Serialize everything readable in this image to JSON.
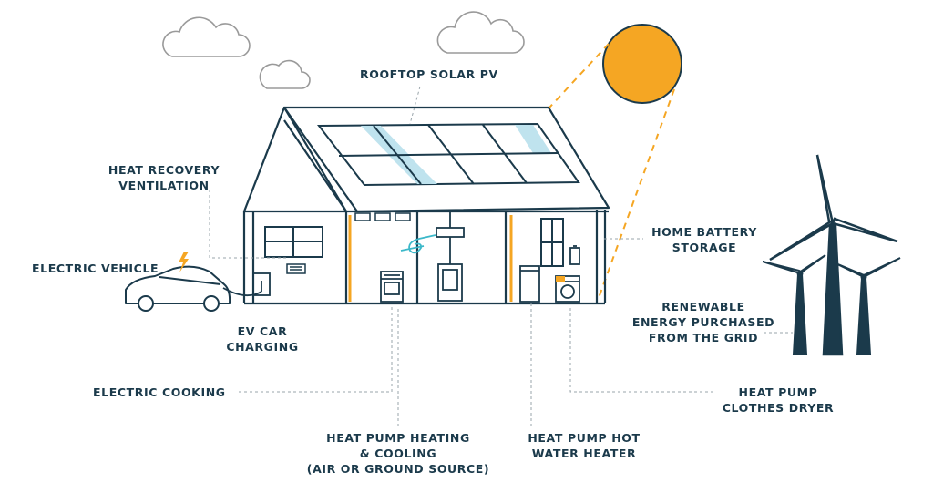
{
  "colors": {
    "outline": "#1b3a4b",
    "accent_orange": "#f5a623",
    "panel_glare": "#bfe3ee",
    "cloud": "#9a9a9a",
    "leader": "#9aa5ab"
  },
  "labels": {
    "rooftop_solar": [
      "ROOFTOP SOLAR PV"
    ],
    "heat_recovery": [
      "HEAT RECOVERY",
      "VENTILATION"
    ],
    "electric_vehicle": [
      "ELECTRIC VEHICLE"
    ],
    "ev_charging": [
      "EV CAR",
      "CHARGING"
    ],
    "electric_cooking": [
      "ELECTRIC COOKING"
    ],
    "heat_pump_heating": [
      "HEAT PUMP HEATING",
      "& COOLING",
      "(AIR OR GROUND SOURCE)"
    ],
    "heat_pump_water": [
      "HEAT PUMP HOT",
      "WATER HEATER"
    ],
    "heat_pump_dryer": [
      "HEAT PUMP",
      "CLOTHES DRYER"
    ],
    "home_battery": [
      "HOME BATTERY",
      "STORAGE"
    ],
    "renewable_grid": [
      "RENEWABLE",
      "ENERGY PURCHASED",
      "FROM THE GRID"
    ]
  },
  "icons": [
    "sun-icon",
    "cloud-icon",
    "lightning-bolt-icon",
    "wind-turbine-icon",
    "car-icon",
    "solar-panel-icon"
  ]
}
